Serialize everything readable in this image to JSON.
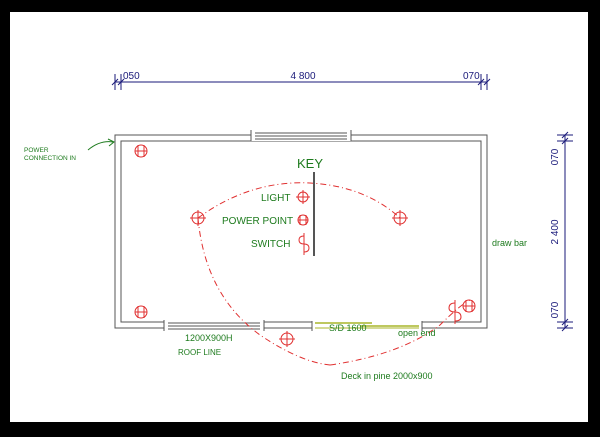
{
  "dimensions": {
    "top_left": "050",
    "top_total": "4 800",
    "top_right": "070",
    "right_top": "070",
    "right_total": "2 400",
    "right_bottom": "070"
  },
  "labels": {
    "power_connection_line1": "POWER",
    "power_connection_line2": "CONNECTION IN",
    "draw_bar": "draw bar",
    "window": "1200X900H",
    "roof_line": "ROOF LINE",
    "sliding_door": "S/D 1600",
    "open_end": "open end",
    "deck": "Deck in pine 2000x900"
  },
  "key": {
    "title": "KEY",
    "light": "LIGHT",
    "power_point": "POWER POINT",
    "switch": "SWITCH"
  },
  "colors": {
    "background": "#ffffff",
    "frame": "#000000",
    "wall": "#555555",
    "dimension": "#1a1a7a",
    "label": "#1e7b1e",
    "electrical": "#e03030"
  }
}
